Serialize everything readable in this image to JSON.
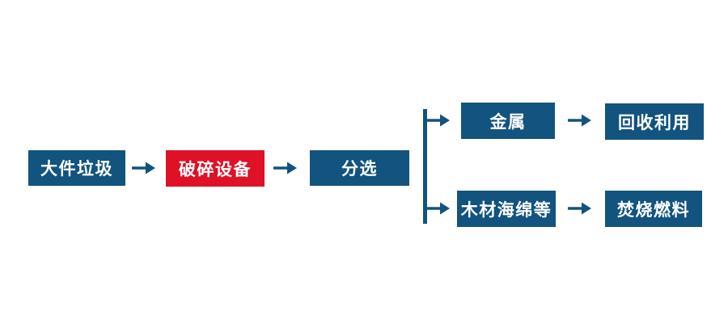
{
  "colors": {
    "node_blue": "#12537F",
    "node_red": "#DE1126",
    "arrow_blue": "#12537F",
    "node_text": "#FFFFFF",
    "background": "#FFFFFF"
  },
  "icons": {
    "flow_arrow": "→"
  },
  "flowchart": {
    "type": "process-flow",
    "nodes": {
      "bulky_waste": "大件垃圾",
      "crushing_equipment": "破碎设备",
      "sorting": "分选",
      "metal": "金属",
      "recycling": "回收利用",
      "wood_sponge_etc": "木材海绵等",
      "incineration_fuel": "焚烧燃料"
    },
    "edges": [
      {
        "from": "bulky_waste",
        "to": "crushing_equipment"
      },
      {
        "from": "crushing_equipment",
        "to": "sorting"
      },
      {
        "from": "sorting",
        "to": "metal"
      },
      {
        "from": "sorting",
        "to": "wood_sponge_etc"
      },
      {
        "from": "metal",
        "to": "recycling"
      },
      {
        "from": "wood_sponge_etc",
        "to": "incineration_fuel"
      }
    ]
  }
}
